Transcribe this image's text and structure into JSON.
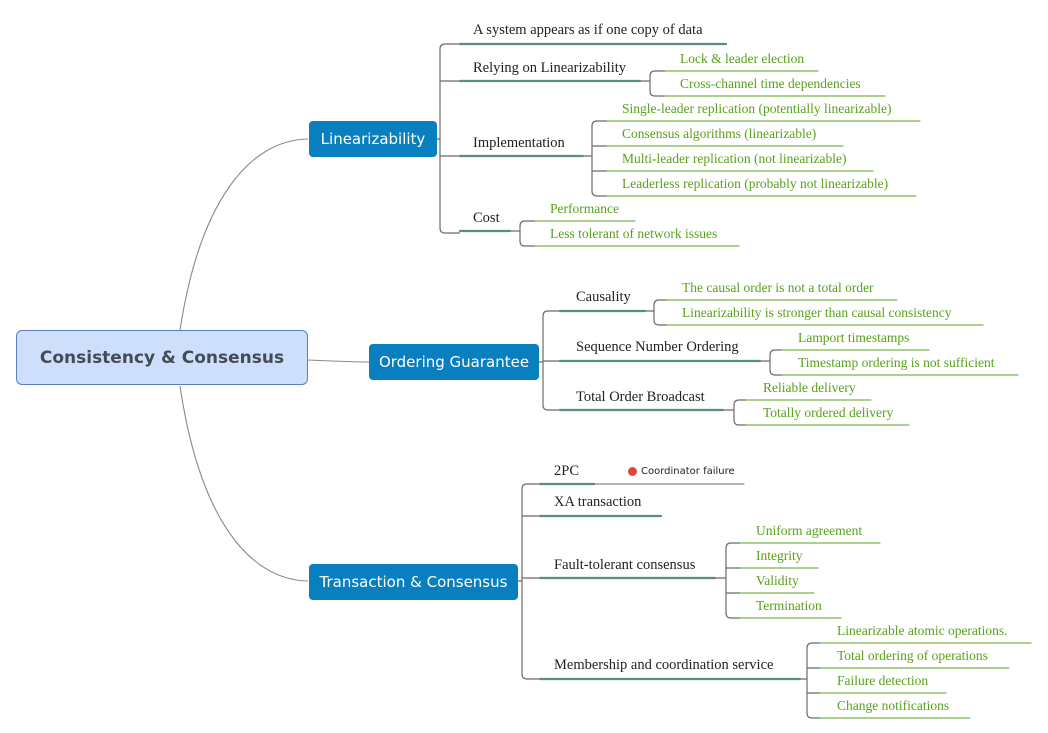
{
  "root": "Consistency & Consensus",
  "branches": {
    "linearizability": {
      "label": "Linearizability",
      "topics": {
        "one_copy": "A system appears as if one copy of data",
        "relying": {
          "label": "Relying on Linearizability",
          "items": [
            "Lock & leader election",
            "Cross-channel time dependencies"
          ]
        },
        "implementation": {
          "label": "Implementation",
          "items": [
            "Single-leader replication (potentially linearizable)",
            "Consensus algorithms (linearizable)",
            "Multi-leader replication (not linearizable)",
            "Leaderless replication (probably not linearizable)"
          ]
        },
        "cost": {
          "label": "Cost",
          "items": [
            "Performance",
            "Less tolerant of network issues"
          ]
        }
      }
    },
    "ordering": {
      "label": "Ordering Guarantee",
      "topics": {
        "causality": {
          "label": "Causality",
          "items": [
            "The causal order is not a total order",
            "Linearizability is stronger than causal consistency"
          ]
        },
        "sequence": {
          "label": "Sequence Number Ordering",
          "items": [
            "Lamport timestamps",
            "Timestamp ordering is not sufficient"
          ]
        },
        "total_order": {
          "label": "Total Order Broadcast",
          "items": [
            "Reliable delivery",
            "Totally ordered delivery"
          ]
        }
      }
    },
    "transaction": {
      "label": "Transaction & Consensus",
      "topics": {
        "two_pc": {
          "label": "2PC",
          "marker": "Coordinator failure",
          "marker_icon": "error-dot-icon",
          "marker_color": "#e0473a"
        },
        "xa": "XA transaction",
        "fault_tolerant": {
          "label": "Fault-tolerant consensus",
          "items": [
            "Uniform agreement",
            "Integrity",
            "Validity",
            "Termination"
          ]
        },
        "membership": {
          "label": "Membership and coordination service",
          "items": [
            "Linearizable atomic operations.",
            "Total ordering of operations",
            "Failure detection",
            "Change notifications"
          ]
        }
      }
    }
  },
  "colors": {
    "root_fill": "#cddffb",
    "main_fill": "#0a7fc0",
    "leaf_text": "#58a11b",
    "underline": "#5b8d86",
    "connector": "#6b6b6b"
  }
}
